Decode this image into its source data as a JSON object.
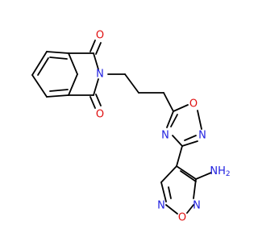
{
  "colors": {
    "background": "#ffffff",
    "carbon": "#000000",
    "nitrogen": "#1f1fe0",
    "oxygen": "#e01010"
  },
  "atoms": {
    "carbonyl_o_top": "O",
    "carbonyl_o_bottom": "O",
    "imide_n": "N",
    "oxadiazole_o": "O",
    "oxadiazole_n_right": "N",
    "oxadiazole_n_left": "N",
    "amine": "NH",
    "amine_subscript": "2",
    "furazan_n_left": "N",
    "furazan_o": "O",
    "furazan_n_right": "N"
  }
}
